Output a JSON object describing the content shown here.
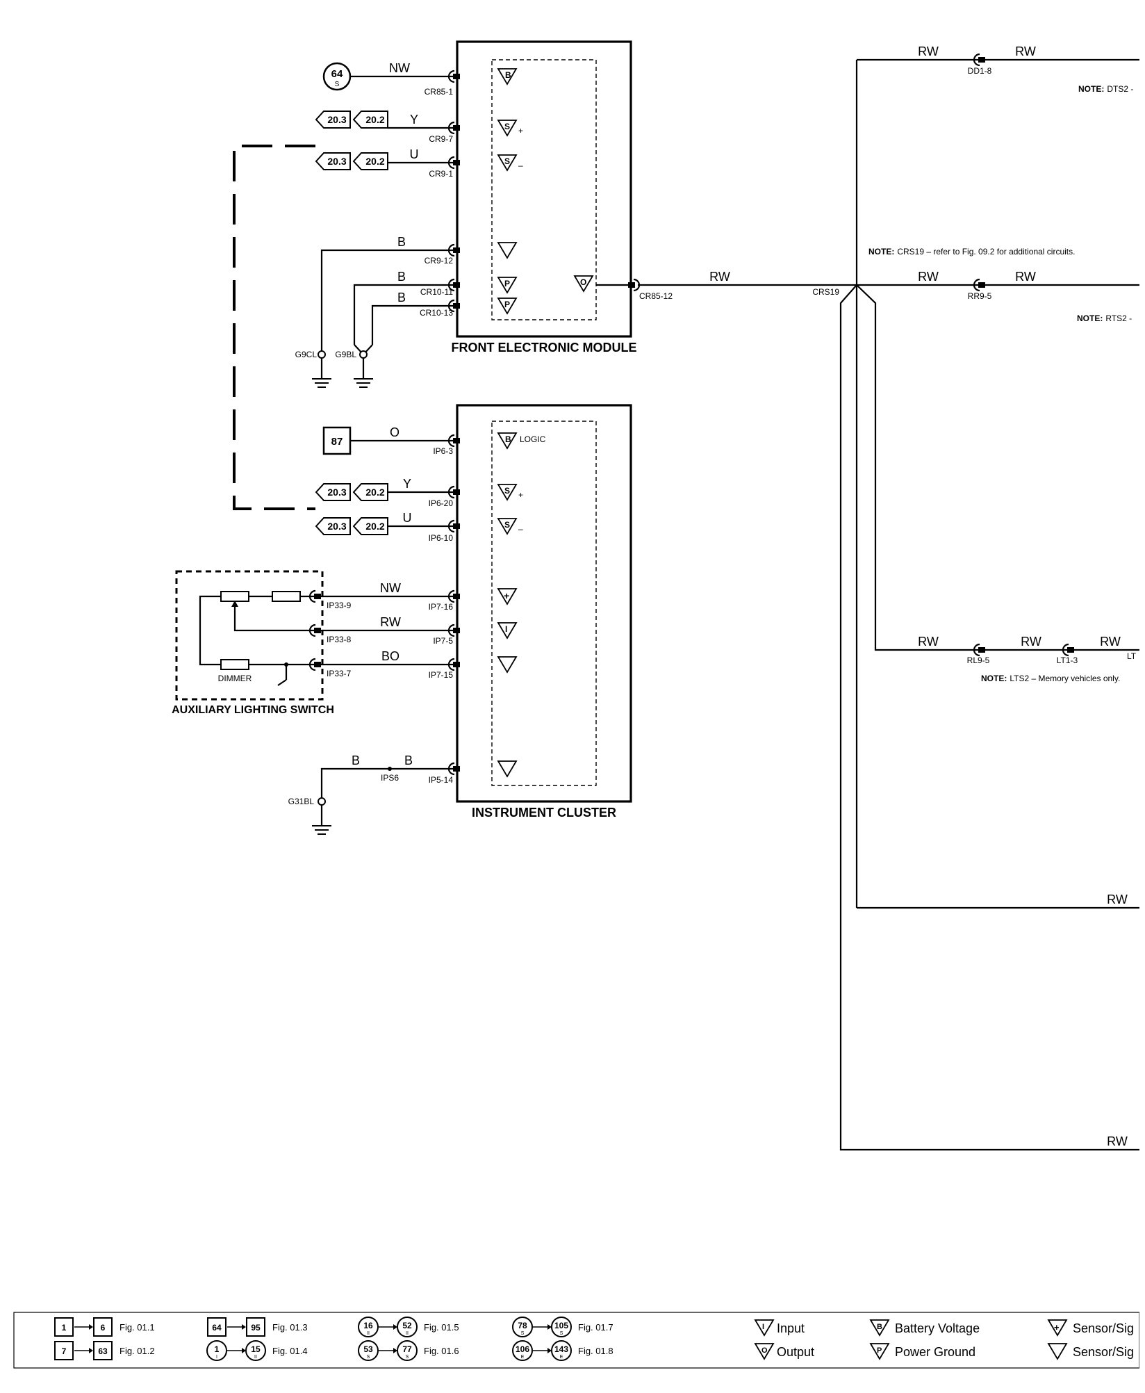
{
  "modules": {
    "front_electronic_module": "FRONT ELECTRONIC MODULE",
    "instrument_cluster": "INSTRUMENT CLUSTER",
    "auxiliary_lighting_switch": "AUXILIARY LIGHTING SWITCH",
    "dimmer": "DIMMER",
    "logic": "LOGIC"
  },
  "refs": {
    "r64": "64",
    "r64_sub": "S",
    "r87": "87",
    "r20_3": "20.3",
    "r20_2": "20.2"
  },
  "wires": {
    "nw": "NW",
    "y": "Y",
    "u": "U",
    "b": "B",
    "rw": "RW",
    "o": "O",
    "bo": "BO"
  },
  "pins": {
    "cr85_1": "CR85-1",
    "cr9_7": "CR9-7",
    "cr9_1": "CR9-1",
    "cr9_12": "CR9-12",
    "cr10_11": "CR10-11",
    "cr10_13": "CR10-13",
    "cr85_12": "CR85-12",
    "ip6_3": "IP6-3",
    "ip6_20": "IP6-20",
    "ip6_10": "IP6-10",
    "ip7_16": "IP7-16",
    "ip7_5": "IP7-5",
    "ip7_15": "IP7-15",
    "ip5_14": "IP5-14",
    "ip33_9": "IP33-9",
    "ip33_8": "IP33-8",
    "ip33_7": "IP33-7",
    "dd1_8": "DD1-8",
    "rr9_5": "RR9-5",
    "rl9_5": "RL9-5",
    "lt1_3": "LT1-3",
    "lt_cut": "LT"
  },
  "splices": {
    "crs19": "CRS19",
    "ips6": "IPS6"
  },
  "grounds": {
    "g9cl": "G9CL",
    "g9bl": "G9BL",
    "g31bl": "G31BL"
  },
  "symbols": {
    "b": "B",
    "s": "S",
    "p": "P",
    "o": "O",
    "i": "I",
    "plus": "+",
    "minus": "–"
  },
  "notes": {
    "note_label": "NOTE:",
    "dts2": "DTS2 -",
    "crs19": "CRS19 – refer to Fig. 09.2 for additional circuits.",
    "rts2": "RTS2 -",
    "lts2": "LTS2 – Memory vehicles only."
  },
  "legend": {
    "row1": [
      {
        "from": "1",
        "to": "6",
        "fig": "Fig. 01.1"
      },
      {
        "from": "64",
        "to": "95",
        "fig": "Fig. 01.3"
      },
      {
        "from": "16",
        "from_sub": "II",
        "to": "52",
        "to_sub": "II",
        "fig": "Fig. 01.5"
      },
      {
        "from": "78",
        "from_sub": "S",
        "to": "105",
        "to_sub": "S",
        "fig": "Fig. 01.7"
      }
    ],
    "row2": [
      {
        "from": "7",
        "to": "63",
        "fig": "Fig. 01.2"
      },
      {
        "from": "1",
        "from_sub": "I",
        "to": "15",
        "to_sub": "II",
        "fig": "Fig. 01.4"
      },
      {
        "from": "53",
        "from_sub": "S",
        "to": "77",
        "to_sub": "S",
        "fig": "Fig. 01.6"
      },
      {
        "from": "106",
        "from_sub": "E",
        "to": "143",
        "to_sub": "E",
        "fig": "Fig. 01.8"
      }
    ],
    "symbols": {
      "input": "Input",
      "output": "Output",
      "battery_voltage": "Battery Voltage",
      "power_ground": "Power Ground",
      "sensor_sig_plus": "Sensor/Sig",
      "sensor_sig_minus": "Sensor/Sig"
    }
  }
}
